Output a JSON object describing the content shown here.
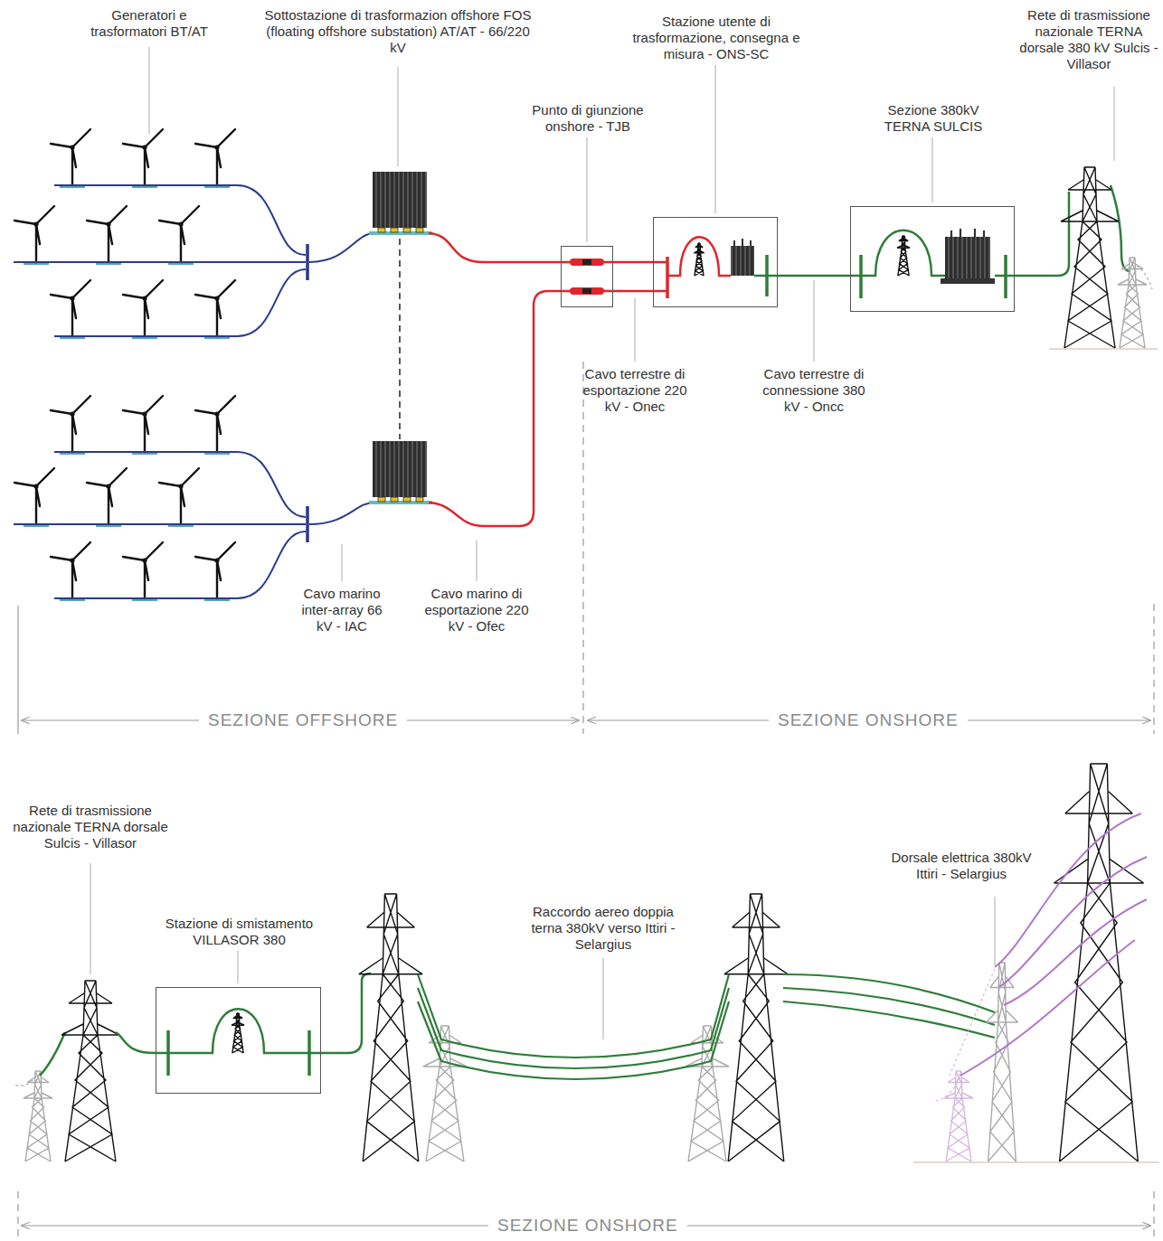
{
  "diagram": {
    "nodes": [
      {
        "text": [
          "Punto di giunzione onshore - TJB"
        ]
      },
      {
        "text": [
          "Stazione utente di trasformazione, consegna e misura - ONS-SC"
        ]
      },
      {
        "text": [
          "Sezione 380kV TERNA SULCIS"
        ]
      },
      {
        "text": [
          "Stazione di smistamento VILLASOR 380"
        ]
      }
    ],
    "edges": [
      {
        "from": 0,
        "to": 1,
        "arrow": "none"
      },
      {
        "from": 1,
        "to": 2,
        "arrow": "none"
      }
    ],
    "labels": [
      "Generatori e trasformatori BT/AT",
      "Sottostazione di trasformazion offshore FOS (floating offshore substation) AT/AT - 66/220 kV",
      "Rete di trasmissione nazionale TERNA dorsale 380 kV Sulcis - Villasor",
      "Cavo terrestre di esportazione 220 kV - Onec",
      "Cavo terrestre di connessione 380 kV - Oncc",
      "Cavo marino inter-array 66 kV - IAC",
      "Cavo marino di esportazione 220 kV - Ofec",
      "SEZIONE OFFSHORE",
      "SEZIONE ONSHORE",
      "Rete di trasmissione nazionale TERNA dorsale Sulcis - Villasor",
      "Raccordo aereo doppia terna 380kV verso Ittiri - Selargius",
      "Dorsale elettrica 380kV Ittiri - Selargius",
      "SEZIONE ONSHORE"
    ]
  }
}
